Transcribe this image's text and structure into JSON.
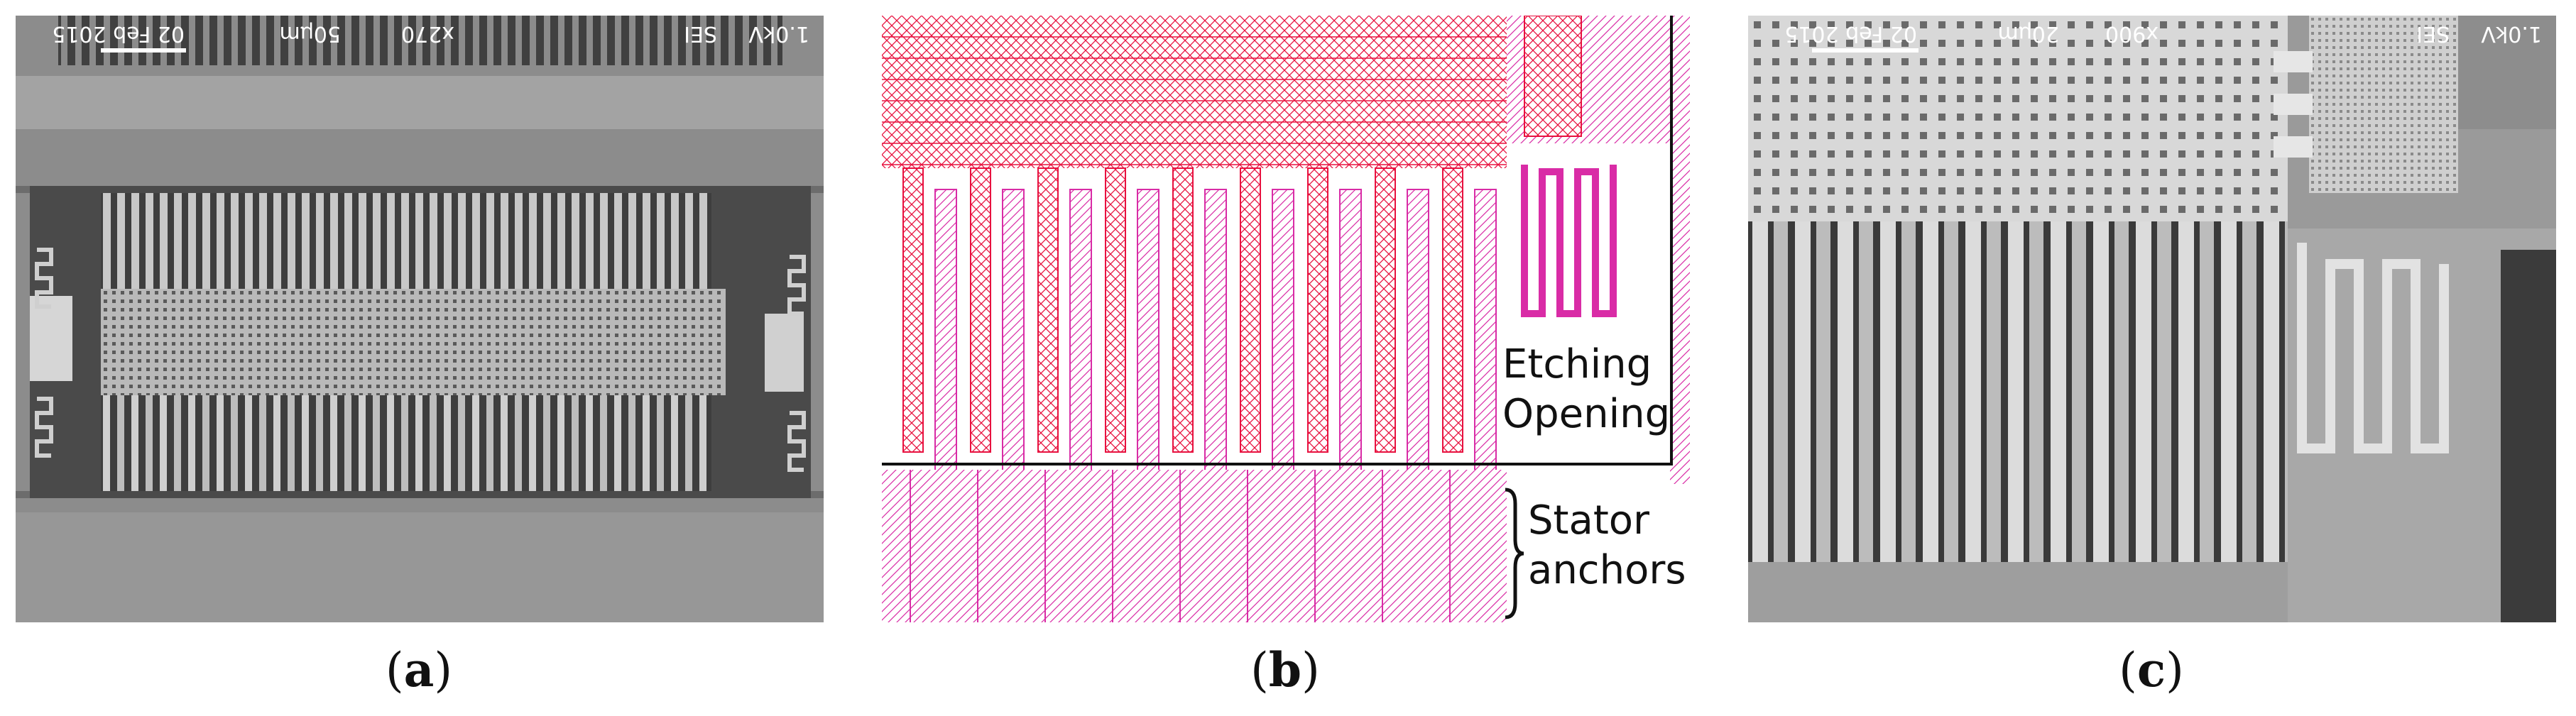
{
  "panel_a": {
    "caption_letter": "a",
    "sem_bar": {
      "voltage": "1.0kV",
      "detector": "SEI",
      "magnification": "x270",
      "scale": "50µm",
      "date": "02 Feb 2015"
    }
  },
  "panel_b": {
    "caption_letter": "b",
    "labels": {
      "etching_1": "Etching",
      "etching_2": "Opening",
      "stator_1": "Stator",
      "stator_2": "anchors"
    },
    "colors": {
      "layout_red": "#e8113f",
      "layout_magenta": "#d92ca6"
    }
  },
  "panel_c": {
    "caption_letter": "c",
    "sem_bar": {
      "voltage": "1.0kV",
      "detector": "SEI",
      "magnification": "x900",
      "scale": "20µm",
      "date": "02 Feb 2015"
    }
  }
}
